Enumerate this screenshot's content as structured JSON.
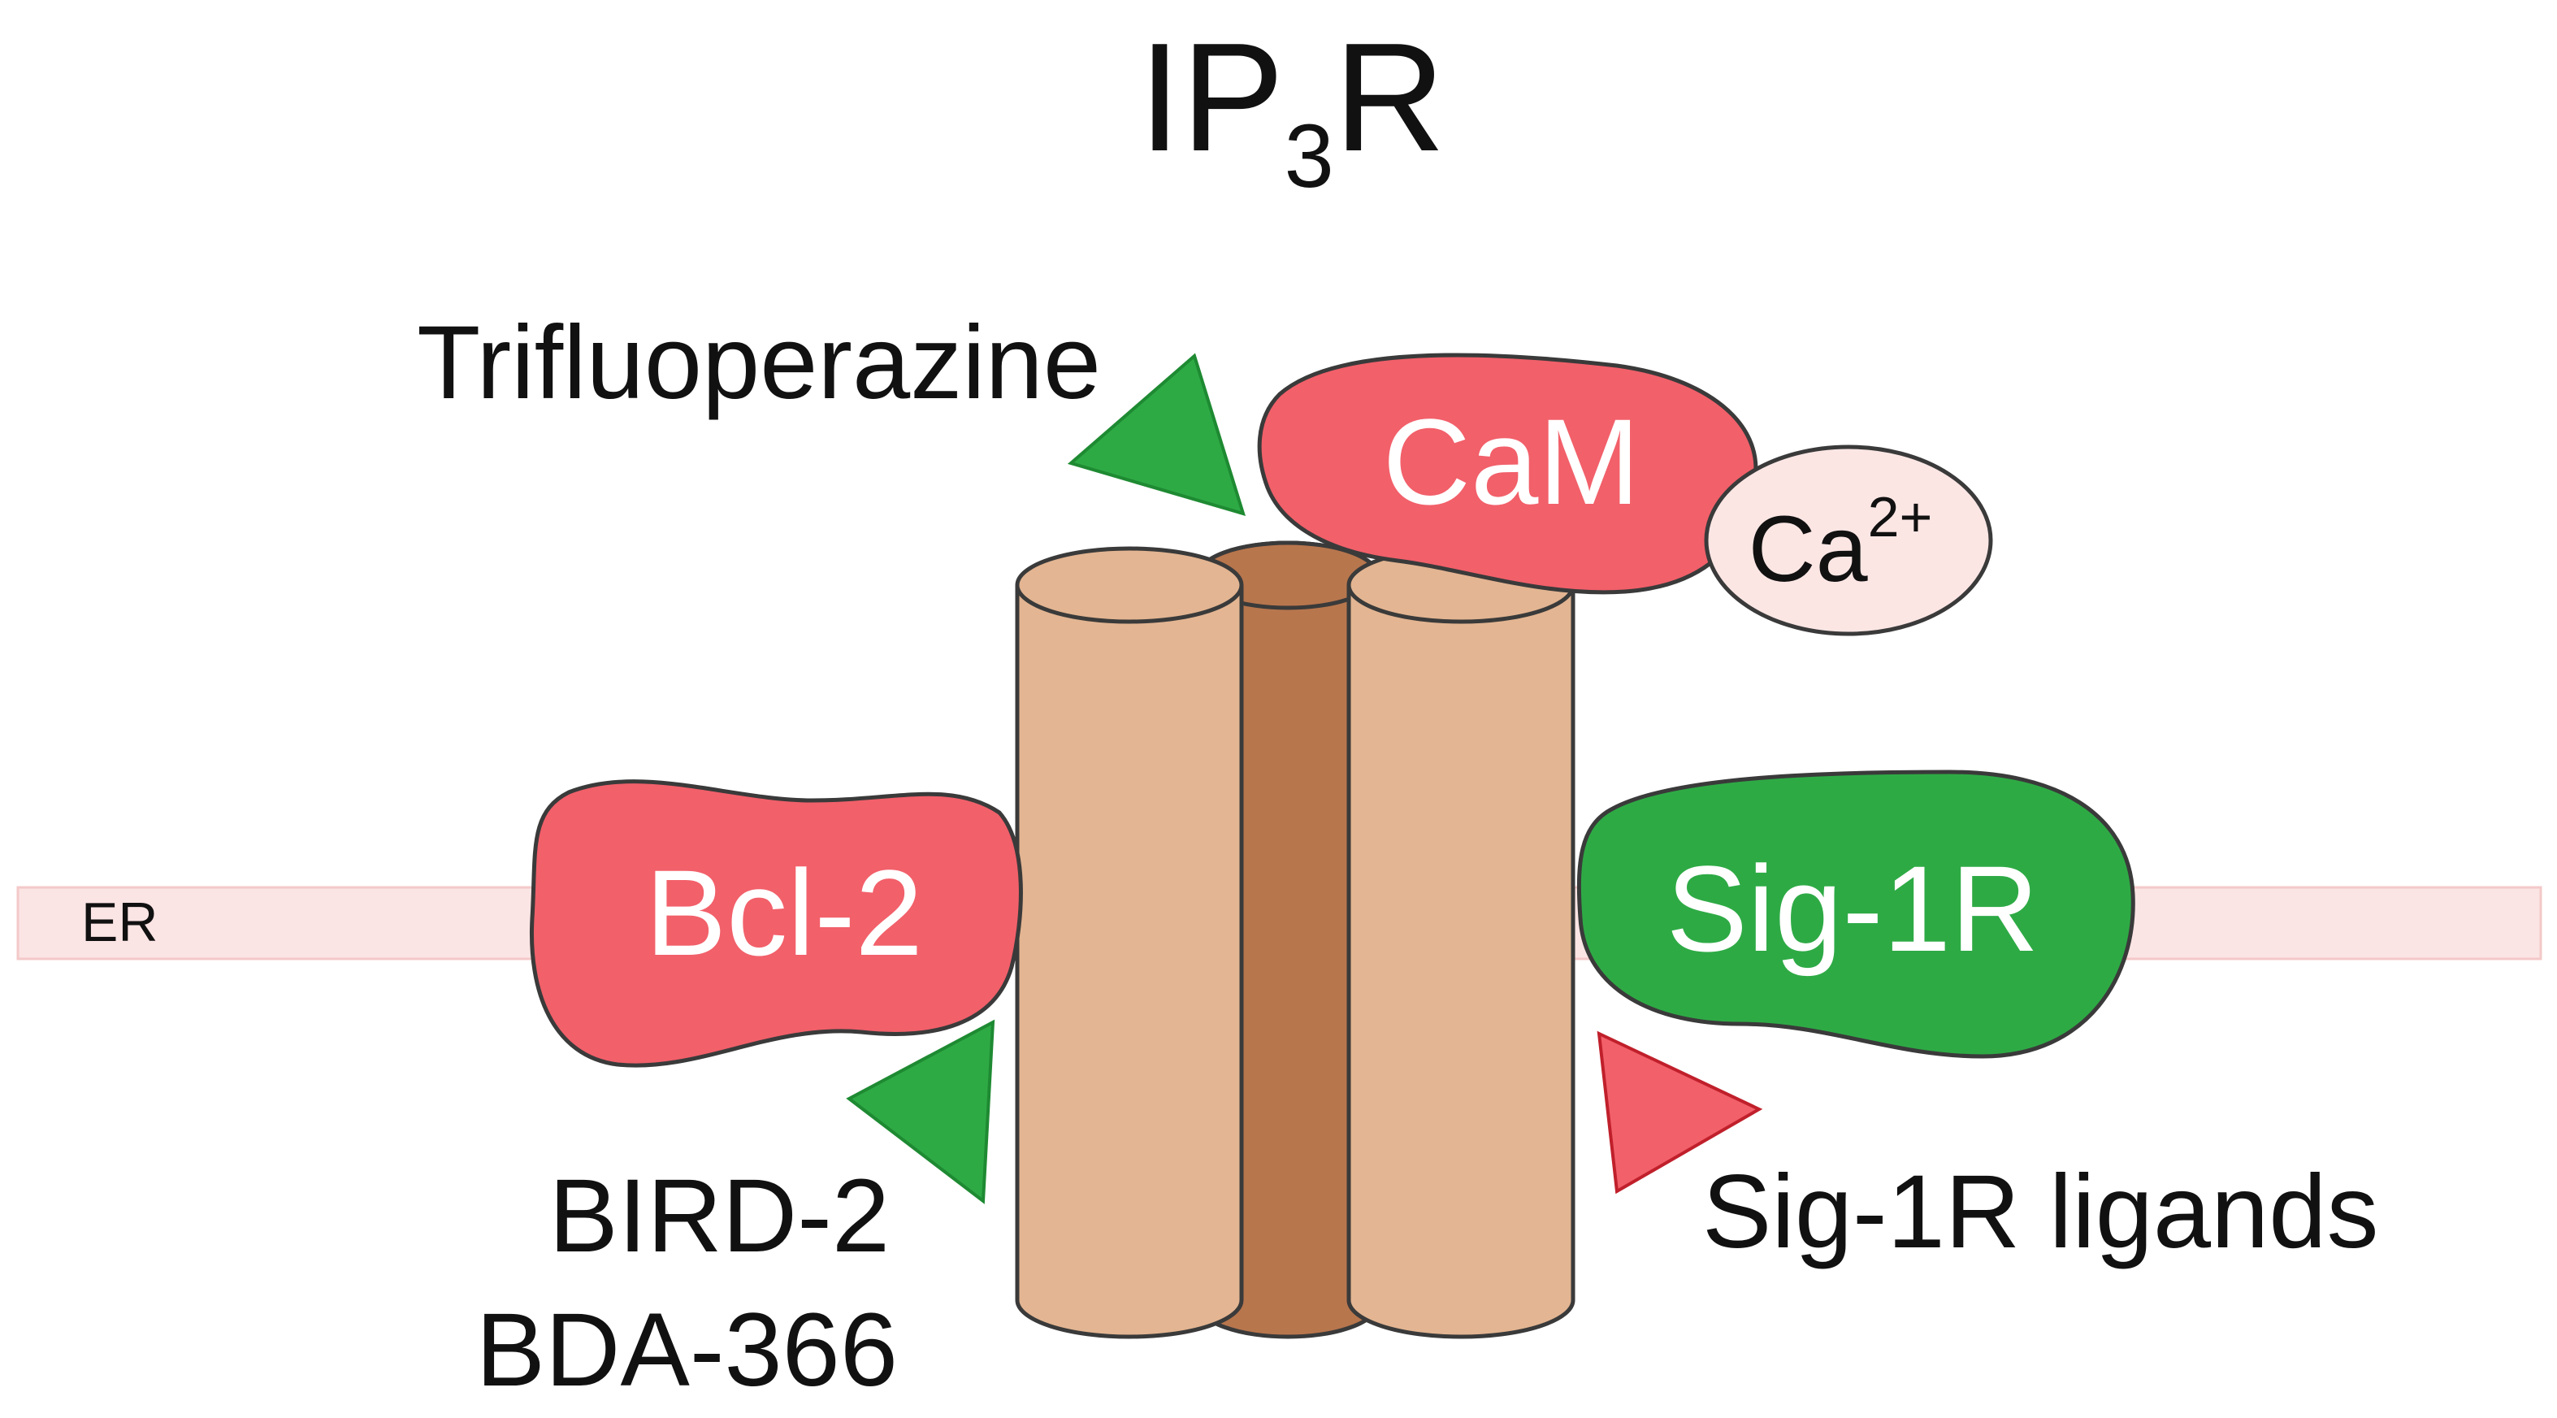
{
  "title": {
    "main_a": "IP",
    "sub": "3",
    "main_b": "R"
  },
  "membrane": {
    "label": "ER"
  },
  "proteins": {
    "cam": "CaM",
    "calcium_base": "Ca",
    "calcium_charge": "2+",
    "bcl2": "Bcl-2",
    "sig1r": "Sig-1R"
  },
  "ligands": {
    "trifluoperazine": "Trifluoperazine",
    "bird2": "BIRD-2",
    "bda366": "BDA-366",
    "sig1r_ligands": "Sig-1R ligands"
  },
  "colors": {
    "protein_red": "#f2606a",
    "protein_green": "#2eaa45",
    "channel_light": "#e3b592",
    "channel_dark": "#b8764d",
    "membrane": "#fbe4e4",
    "calcium_fill": "#fbe6e4",
    "outline": "#3a3a3a"
  },
  "icons": [
    "triangle-green-icon",
    "triangle-red-icon"
  ]
}
